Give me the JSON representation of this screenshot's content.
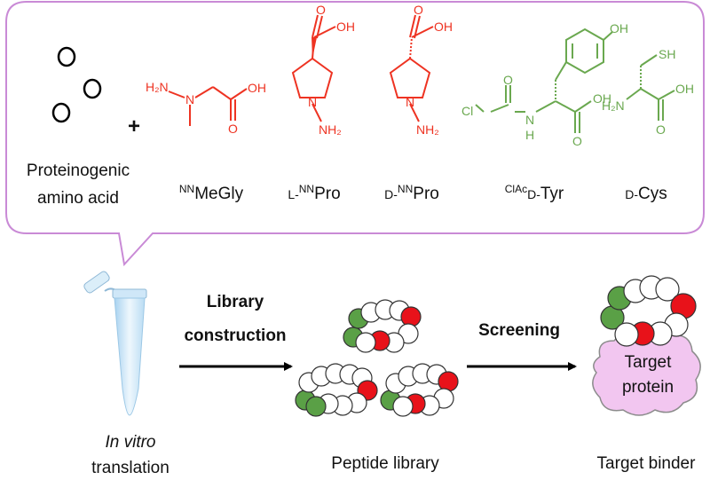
{
  "callout": {
    "proteinogenic": {
      "line1": "Proteinogenic",
      "line2": "amino acid"
    },
    "plus": "+",
    "compounds": {
      "nnmegly": {
        "label_sup": "NN",
        "label_main": "MeGly",
        "atoms": {
          "h2n": "H₂N",
          "n": "N",
          "oh": "OH",
          "o": "O"
        }
      },
      "l_nnpro": {
        "label_prefix": "L-",
        "label_sup": "NN",
        "label_main": "Pro",
        "atoms": {
          "oh": "OH",
          "o": "O",
          "n": "N",
          "nh2": "NH₂"
        }
      },
      "d_nnpro": {
        "label_prefix": "D-",
        "label_sup": "NN",
        "label_main": "Pro",
        "atoms": {
          "oh": "OH",
          "o": "O",
          "n": "N",
          "nh2": "NH₂"
        }
      },
      "clac_d_tyr": {
        "label_sup": "ClAc",
        "label_prefix": "D-",
        "label_main": "Tyr",
        "atoms": {
          "oh_top": "OH",
          "cl": "Cl",
          "o_acyl": "O",
          "nh": "N",
          "h": "H",
          "oh": "OH",
          "o": "O"
        }
      },
      "d_cys": {
        "label_prefix": "D-",
        "label_main": "Cys",
        "atoms": {
          "sh": "SH",
          "h2n": "H₂N",
          "oh": "OH",
          "o": "O"
        }
      }
    }
  },
  "flow": {
    "step1": {
      "line1": "Library",
      "line2": "construction"
    },
    "step2": "Screening",
    "tube_caption": {
      "line1": "In vitro",
      "line2": "translation"
    },
    "library_caption": "Peptide library",
    "binder_caption": "Target binder",
    "target": {
      "line1": "Target",
      "line2": "protein"
    }
  },
  "colors": {
    "frame": "#c98ad6",
    "red_residue": "#e8121a",
    "green_residue": "#5aa046",
    "target_fill": "#f2c6f0",
    "target_stroke": "#8c8c8c",
    "tube": "#cfe7f8"
  }
}
